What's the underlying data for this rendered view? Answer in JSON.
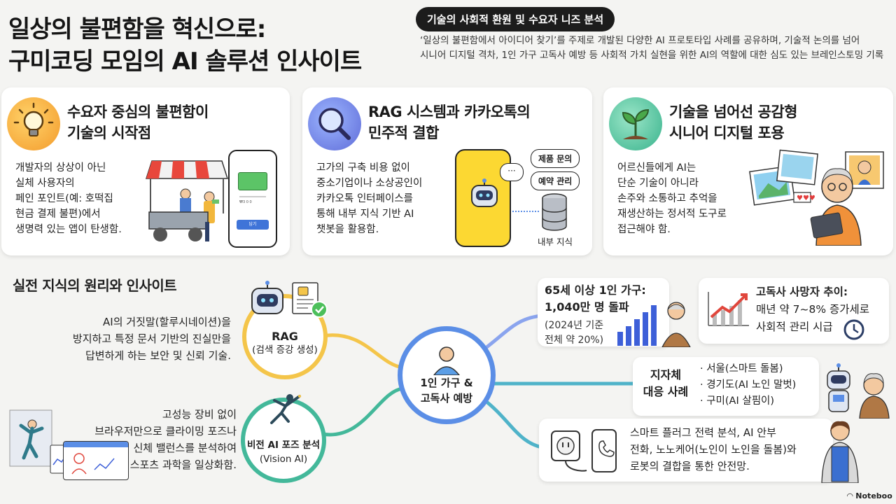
{
  "header": {
    "title_line1": "일상의 불편함을 혁신으로:",
    "title_line2": "구미코딩 모임의 AI 솔루션 인사이트",
    "badge": "기술의 사회적 환원 및 수요자 니즈 분석",
    "desc_line1": "‘일상의 불편함에서 아이디어 찾기’를 주제로 개발된 다양한 AI 프로토타입 사례를 공유하며, 기술적 논의를 넘어",
    "desc_line2": "시니어 디지털 격차, 1인 가구 고독사 예방 등 사회적 가치 실현을 위한 AI의 역할에 대한 심도 있는 브레인스토밍 기록"
  },
  "cards": [
    {
      "title_line1": "수요자 중심의 불편함이",
      "title_line2": "기술의 시작점",
      "body": [
        "개발자의 상상이 아닌",
        "실체 사용자의",
        "페인 포인트(예: 호떡집",
        "현금 결제 불편)에서",
        "생명력 있는 앱이 탄생함."
      ],
      "icon": "lightbulb-icon",
      "phone_button": "답기",
      "phone_note": "₩3 0 0"
    },
    {
      "title_line1": "RAG 시스템과 카카오톡의",
      "title_line2": "민주적 결합",
      "body": [
        "고가의 구축 비용 없이",
        "중소기업이나 소상공인이",
        "카카오톡 인터페이스를",
        "통해 내부 지식 기반 AI",
        "챗봇을 활용함."
      ],
      "icon": "magnifier-icon",
      "tag1": "제품 문의",
      "tag2": "예약 관리",
      "db_label": "내부 지식"
    },
    {
      "title_line1": "기술을 넘어선 공감형",
      "title_line2": "시니어 디지털 포용",
      "body": [
        "어르신들에게 AI는",
        "단순 기술이 아니라",
        "손주와 소통하고 추억을",
        "재생산하는 정서적 도구로",
        "접근해야 함."
      ],
      "icon": "sprout-icon"
    }
  ],
  "section": {
    "title": "실전 지식의 원리와 인사이트",
    "rag_desc": [
      "AI의 거짓말(할루시네이션)을",
      "방지하고 특정 문서 기반의 진실만을",
      "답변하게 하는 보안 및 신뢰 기술."
    ],
    "rag_label": "RAG",
    "rag_sub": "(검색 증강 생성)",
    "vision_desc": [
      "고성능 장비 없이",
      "브라우저만으로 클라이밍 포즈나",
      "신체 밸런스를 분석하여",
      "스포츠 과학을 일상화함."
    ],
    "vision_label": "비전 AI 포즈 분석",
    "vision_sub": "(Vision AI)",
    "center_line1": "1인 가구 &",
    "center_line2": "고독사 예방"
  },
  "callouts": {
    "stat1_line1": "65세 이상 1인 가구:",
    "stat1_line2": "1,040만 명 돌파",
    "stat1_note1": "(2024년 기준",
    "stat1_note2": "전체 약 20%)",
    "stat2_line1": "고독사 사망자 추이:",
    "stat2_line2": "매년 약 7~8% 증가세로",
    "stat2_line3": "사회적 관리 시급",
    "local_title1": "지자체",
    "local_title2": "대응 사례",
    "local_items": [
      "· 서울(스마트 돌봄)",
      "· 경기도(AI 노인 말벗)",
      "· 구미(AI 살핌이)"
    ],
    "safety_line1": "스마트 플러그 전력 분석, AI 안부",
    "safety_line2": "전화, 노노케어(노인이 노인을 돌봄)와",
    "safety_line3": "로봇의 결합을 통한 안전망."
  },
  "footer": {
    "brand": "Noteboo"
  },
  "colors": {
    "rag_ring": "#f4c54a",
    "vision_ring": "#43b89a",
    "center_ring": "#5b8ee6",
    "kakao_yellow": "#fcd832",
    "chart_blue": "#3d5fd8",
    "chart_red": "#e0463c"
  }
}
